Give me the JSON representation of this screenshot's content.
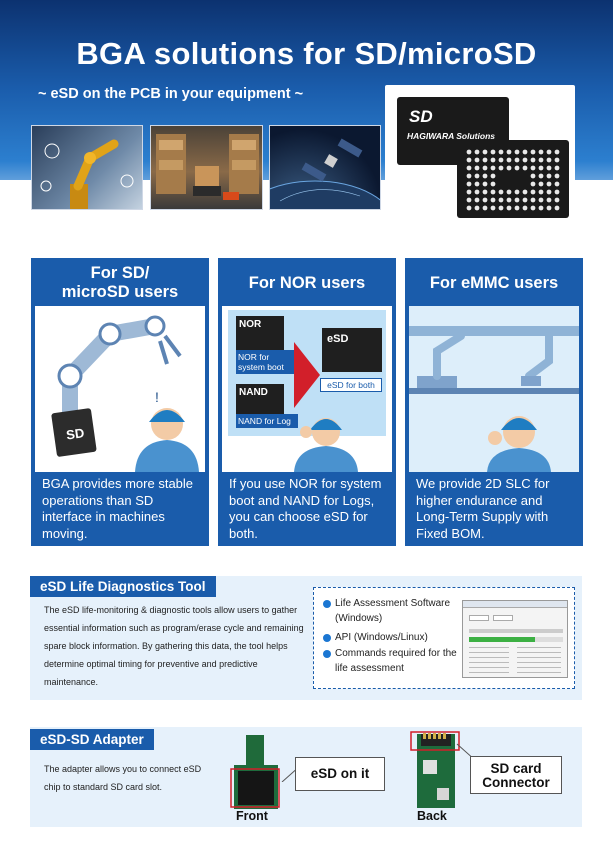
{
  "header": {
    "title": "BGA solutions for SD/microSD",
    "subtitle": "~ eSD on the PCB in your equipment ~",
    "chip_logo": "HAGIWARA Solutions"
  },
  "cards": [
    {
      "title": "For SD/\nmicroSD  users",
      "body": "BGA provides more stable operations than SD interface in machines moving.",
      "sd_label": "SD"
    },
    {
      "title": "For NOR users",
      "body": "If you use NOR for system boot and NAND for Logs, you can choose eSD for both.",
      "diagram": {
        "nor": "NOR",
        "nor_caption": "NOR for\nsystem boot",
        "nand": "NAND",
        "nand_caption": "NAND for Log",
        "esd": "eSD",
        "esd_caption": "eSD for both"
      }
    },
    {
      "title": "For eMMC users",
      "body": "We provide 2D SLC  for higher endurance and Long-Term Supply with Fixed BOM."
    }
  ],
  "diagnostics": {
    "heading": "eSD Life Diagnostics Tool",
    "text": "The eSD life-monitoring & diagnostic tools allow users to gather essential information such as program/erase cycle and remaining spare block information. By gathering this data, the tool helps determine optimal timing for preventive and predictive maintenance.",
    "bullets": [
      "Life Assessment Software (Windows)",
      "API (Windows/Linux)",
      "Commands required for the life assessment"
    ]
  },
  "adapter": {
    "heading": "eSD-SD Adapter",
    "text": "The adapter allows you to connect eSD chip to standard SD card slot.",
    "callout_front": "eSD on it",
    "callout_back": "SD card\nConnector",
    "caption_front": "Front",
    "caption_back": "Back"
  },
  "colors": {
    "brand": "#1a5cab",
    "panel": "#e6f1fb",
    "callout_border": "#d21f2a"
  }
}
